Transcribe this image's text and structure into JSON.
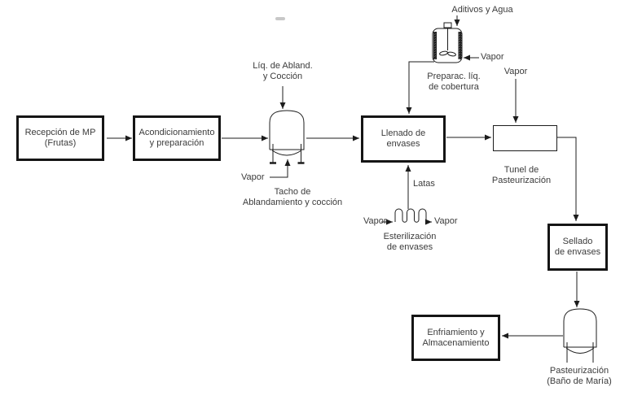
{
  "diagram": {
    "boxes": {
      "recepcion": {
        "line1": "Recepción de MP",
        "line2": "(Frutas)"
      },
      "acondicionamiento": {
        "line1": "Acondicionamiento",
        "line2": "y preparación"
      },
      "llenado": {
        "line1": "Llenado de",
        "line2": "envases"
      },
      "sellado": {
        "line1": "Sellado",
        "line2": "de envases"
      },
      "enfriamiento": {
        "line1": "Enfriamiento y",
        "line2": "Almacenamiento"
      }
    },
    "equipment_labels": {
      "tacho": {
        "line1": "Tacho de",
        "line2": "Ablandamiento y cocción"
      },
      "tunel": {
        "line1": "Tunel de",
        "line2": "Pasteurización"
      },
      "esterilizacion": {
        "line1": "Esterilización",
        "line2": "de envases"
      },
      "preparacion_cobertura": {
        "line1": "Preparac. líq.",
        "line2": "de cobertura"
      },
      "pasteurizacion_bano": {
        "line1": "Pasteurización",
        "line2": "(Baño de María)"
      }
    },
    "stream_labels": {
      "liq_ablandamiento": {
        "line1": "Líq. de Abland.",
        "line2": "y Cocción"
      },
      "aditivos_agua": "Aditivos y Agua",
      "latas": "Latas",
      "vapor_tacho": "Vapor",
      "vapor_cobertura": "Vapor",
      "vapor_tunel": "Vapor",
      "vapor_esterilizacion_izq": "Vapor",
      "vapor_esterilizacion_der": "Vapor"
    },
    "colors": {
      "background": "#ffffff",
      "line": "#1c1c1c",
      "text": "#3b3b3b",
      "box_border": "#151515"
    }
  }
}
